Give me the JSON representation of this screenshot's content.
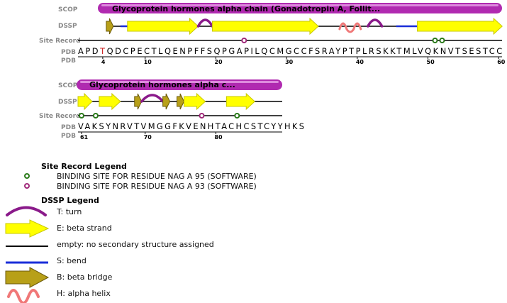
{
  "labels": {
    "scop": "SCOP",
    "dssp": "DSSP",
    "site_record": "Site Record",
    "pdb": "PDB"
  },
  "colors": {
    "scop_fill": "#b02ab0",
    "scop_light": "#e9a3e9",
    "strand_fill": "#ffff00",
    "strand_stroke": "#c8c800",
    "bridge_fill": "#b8a018",
    "bridge_stroke": "#6b5a0a",
    "turn": "#8a1a8a",
    "helix": "#f07878",
    "bend": "#1a2ed8",
    "coil": "#000000",
    "site_green": "#2a7a1a",
    "site_magenta": "#a02a7a",
    "highlight_residue": "#cc2222"
  },
  "rows": [
    {
      "sequence": "APDTQDCPECTLQENPFFSQPGAPILQCMGCCFSRAYPTPLRSKKTMLVQKNVTSESTCC",
      "highlight_index": 3,
      "scop_label": "Glycoprotein hormones alpha chain (Gonadotropin A, Follit...",
      "ruler": [
        {
          "label": "4",
          "residue": 4
        },
        {
          "label": "10",
          "residue": 10
        },
        {
          "label": "20",
          "residue": 20
        },
        {
          "label": "30",
          "residue": 30
        },
        {
          "label": "40",
          "residue": 40
        },
        {
          "label": "50",
          "residue": 50
        },
        {
          "label": "60",
          "residue": 60
        }
      ],
      "dssp": [
        {
          "type": "bridge",
          "start": 5,
          "end": 5
        },
        {
          "type": "bend",
          "start": 7,
          "end": 8
        },
        {
          "type": "strand",
          "start": 8,
          "end": 17
        },
        {
          "type": "turn",
          "start": 18,
          "end": 19
        },
        {
          "type": "strand",
          "start": 20,
          "end": 34
        },
        {
          "type": "helix",
          "start": 38,
          "end": 40
        },
        {
          "type": "turn",
          "start": 42,
          "end": 43
        },
        {
          "type": "bend",
          "start": 46,
          "end": 48
        },
        {
          "type": "strand",
          "start": 49,
          "end": 60
        }
      ],
      "sites": [
        {
          "pos": 24,
          "color": "magenta"
        },
        {
          "pos": 51,
          "color": "green"
        },
        {
          "pos": 52,
          "color": "green"
        }
      ]
    },
    {
      "sequence": "VAKSYNRVTVMGGFKVENHTACHCSTCYYHKS",
      "highlight_index": -1,
      "scop_label": "Glycoprotein hormones alpha c...",
      "ruler": [
        {
          "label": "61",
          "residue": 1
        },
        {
          "label": "70",
          "residue": 10
        },
        {
          "label": "80",
          "residue": 20
        }
      ],
      "dssp": [
        {
          "type": "strand",
          "start": 1,
          "end": 2
        },
        {
          "type": "strand",
          "start": 4,
          "end": 6
        },
        {
          "type": "bridge",
          "start": 9,
          "end": 9
        },
        {
          "type": "turn",
          "start": 10,
          "end": 12
        },
        {
          "type": "bridge",
          "start": 13,
          "end": 13
        },
        {
          "type": "bridge",
          "start": 15,
          "end": 15
        },
        {
          "type": "strand",
          "start": 16,
          "end": 18
        },
        {
          "type": "strand",
          "start": 22,
          "end": 25
        }
      ],
      "sites": [
        {
          "pos": 1,
          "color": "green"
        },
        {
          "pos": 3,
          "color": "green"
        },
        {
          "pos": 18,
          "color": "magenta"
        },
        {
          "pos": 23,
          "color": "green"
        }
      ]
    }
  ],
  "site_legend": {
    "title": "Site Record Legend",
    "items": [
      {
        "color": "green",
        "text": "BINDING SITE FOR RESIDUE NAG A 95 (SOFTWARE)"
      },
      {
        "color": "magenta",
        "text": "BINDING SITE FOR RESIDUE NAG A 93 (SOFTWARE)"
      }
    ]
  },
  "dssp_legend": {
    "title": "DSSP Legend",
    "items": [
      {
        "type": "turn",
        "text": "T: turn"
      },
      {
        "type": "strand",
        "text": "E: beta strand"
      },
      {
        "type": "empty",
        "text": "empty: no secondary structure assigned"
      },
      {
        "type": "bend",
        "text": "S: bend"
      },
      {
        "type": "bridge",
        "text": "B: beta bridge"
      },
      {
        "type": "helix",
        "text": "H: alpha helix"
      }
    ]
  }
}
